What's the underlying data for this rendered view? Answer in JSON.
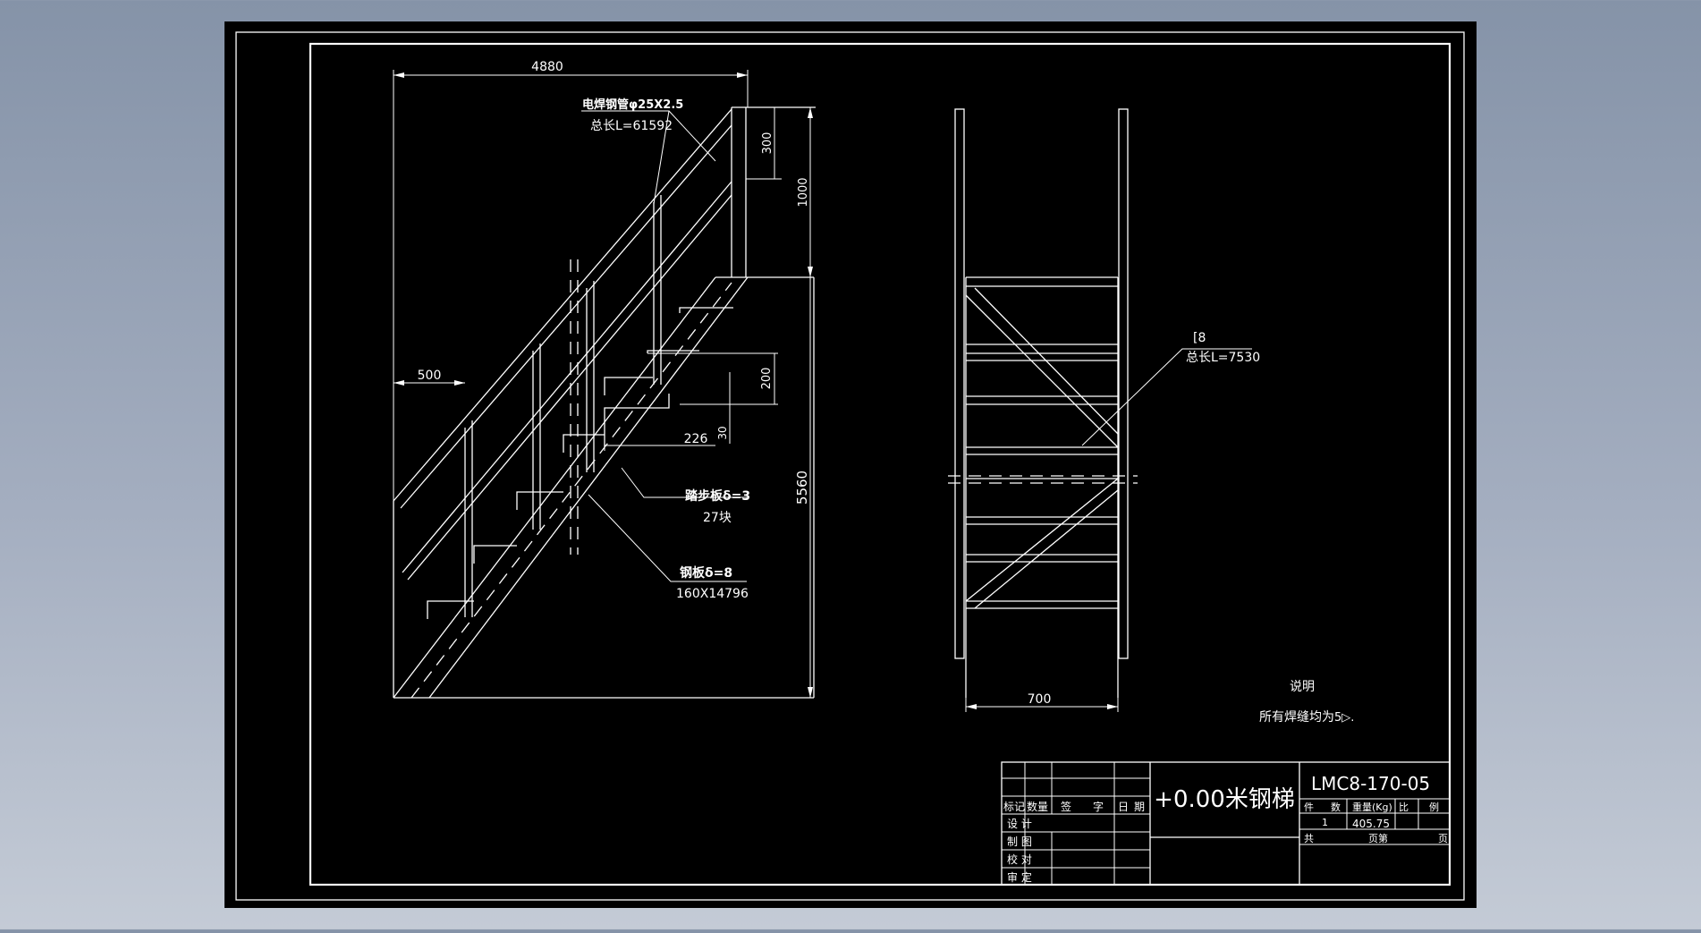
{
  "colors": {
    "background_top": "#8593a8",
    "background_bottom": "#c4cbd6",
    "sheet": "#000000",
    "ink": "#ffffff"
  },
  "left_view": {
    "dim_width": "4880",
    "dim_top_vertical": "300",
    "dim_rail_height": "1000",
    "dim_total_height": "5560",
    "dim_offset": "500",
    "dim_step_height": "200",
    "dim_step_depth": "226",
    "dim_plate_thickness": "30",
    "note_pipe_line1": "电焊钢管φ25X2.5",
    "note_pipe_line2": "总长L=61592",
    "note_tread_line1": "踏步板δ=3",
    "note_tread_line2": "27块",
    "note_plate_line1": "钢板δ=8",
    "note_plate_line2": "160X14796"
  },
  "right_view": {
    "note_channel_line1": "[8",
    "note_channel_line2": "总长L=7530",
    "dim_width": "700"
  },
  "notes": {
    "heading": "说明",
    "text": "所有焊缝均为",
    "weld_symbol": "5▷."
  },
  "title_block": {
    "drawing_title": "+0.00米钢梯",
    "drawing_number": "LMC8-170-05",
    "row_headers": [
      "标记",
      "数量",
      "签",
      "字",
      "日",
      "期"
    ],
    "roles": [
      "设 计",
      "制 图",
      "校 对",
      "审 定"
    ],
    "info_headers": [
      "件",
      "数",
      "重量(Kg)",
      "比",
      "例"
    ],
    "quantity": "1",
    "weight": "405.75",
    "sheet_total_label": "共",
    "sheet_index_label": "页第",
    "sheet_page_label": "页"
  }
}
